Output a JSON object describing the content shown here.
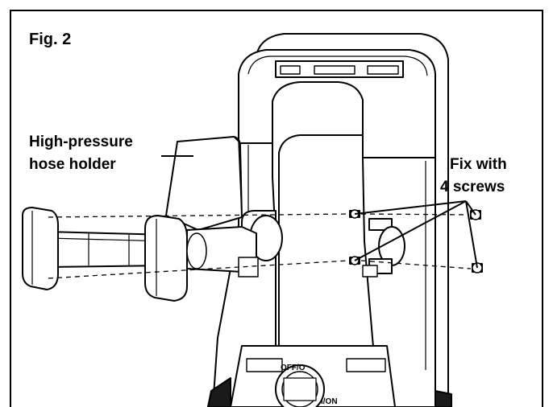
{
  "figure": {
    "title": "Fig. 2"
  },
  "labels": {
    "hose_holder_line1": "High-pressure",
    "hose_holder_line2": "hose holder",
    "screws_line1": "Fix with",
    "screws_line2": "4 screws"
  },
  "switch_labels": {
    "off": "OFF/O",
    "on": "I/ON"
  },
  "colors": {
    "line": "#000000",
    "background": "#ffffff",
    "part_fill": "#ffffff",
    "shadow_fill": "#1a1a1a"
  }
}
